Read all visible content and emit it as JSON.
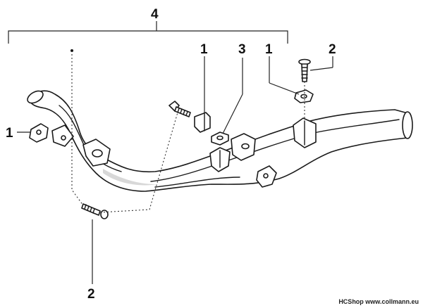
{
  "callouts": {
    "assembly": "4",
    "clip_left": "1",
    "clip_mid": "1",
    "clip_right": "1",
    "screw_right": "2",
    "screw_bottom": "2",
    "nut_mid": "3"
  },
  "watermark": "HCShop www.collmann.eu"
}
